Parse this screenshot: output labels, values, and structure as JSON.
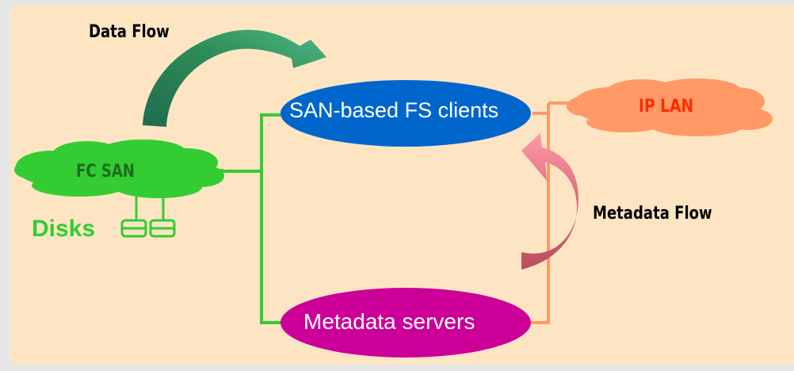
{
  "labels": {
    "data_flow": "Data Flow",
    "fc_san": "FC SAN",
    "disks": "Disks",
    "san_clients": "SAN-based FS clients",
    "ip_lan": "IP LAN",
    "metadata_flow": "Metadata Flow",
    "metadata_servers": "Metadata servers"
  },
  "colors": {
    "background_panel": "#fde5c4",
    "fc_san_cloud": "#33cc33",
    "ip_lan_cloud": "#ff9966",
    "san_clients_ellipse": "#0066cc",
    "metadata_servers_ellipse": "#cc0099",
    "data_flow_arrow": "#2e8b57",
    "metadata_flow_arrow": "#e07a8a"
  }
}
